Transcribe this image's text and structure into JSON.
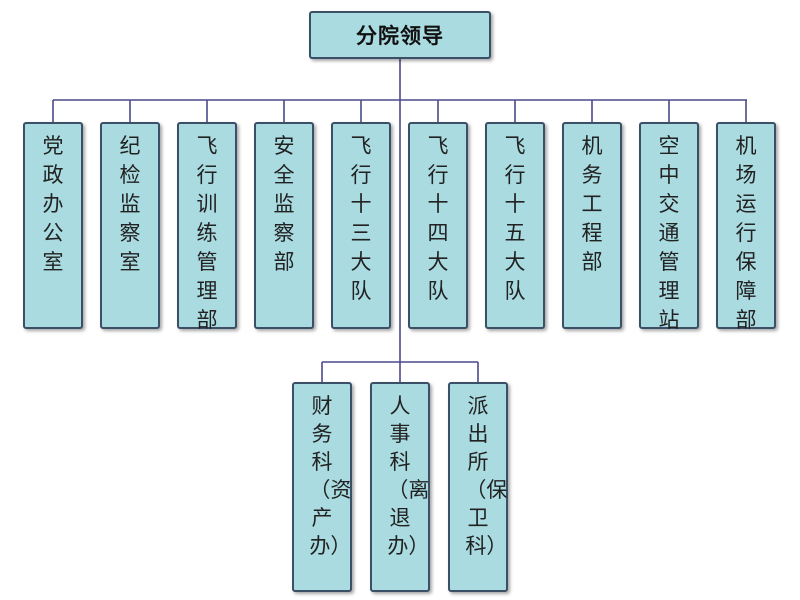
{
  "root": {
    "label": "分院领导"
  },
  "departments": [
    {
      "id": "party",
      "label": "党政办公室"
    },
    {
      "id": "discipline",
      "label": "纪检监察室"
    },
    {
      "id": "flight-training",
      "label": "飞行训练管理部"
    },
    {
      "id": "safety",
      "label": "安全监察部"
    },
    {
      "id": "brigade-13",
      "label": "飞行十三大队"
    },
    {
      "id": "brigade-14",
      "label": "飞行十四大队"
    },
    {
      "id": "brigade-15",
      "label": "飞行十五大队"
    },
    {
      "id": "maintenance",
      "label": "机务工程部"
    },
    {
      "id": "atc",
      "label": "空中交通管理站"
    },
    {
      "id": "airport-ops",
      "label": "机场运行保障部"
    }
  ],
  "sub_departments": [
    {
      "id": "finance",
      "label": "财务科（资产办）"
    },
    {
      "id": "hr",
      "label": "人事科（离退办）"
    },
    {
      "id": "police",
      "label": "派出所（保卫科）"
    }
  ],
  "colors": {
    "box_fill": "#a9dbe0",
    "box_border": "#3b4f67",
    "connector": "#4a4a8a"
  }
}
